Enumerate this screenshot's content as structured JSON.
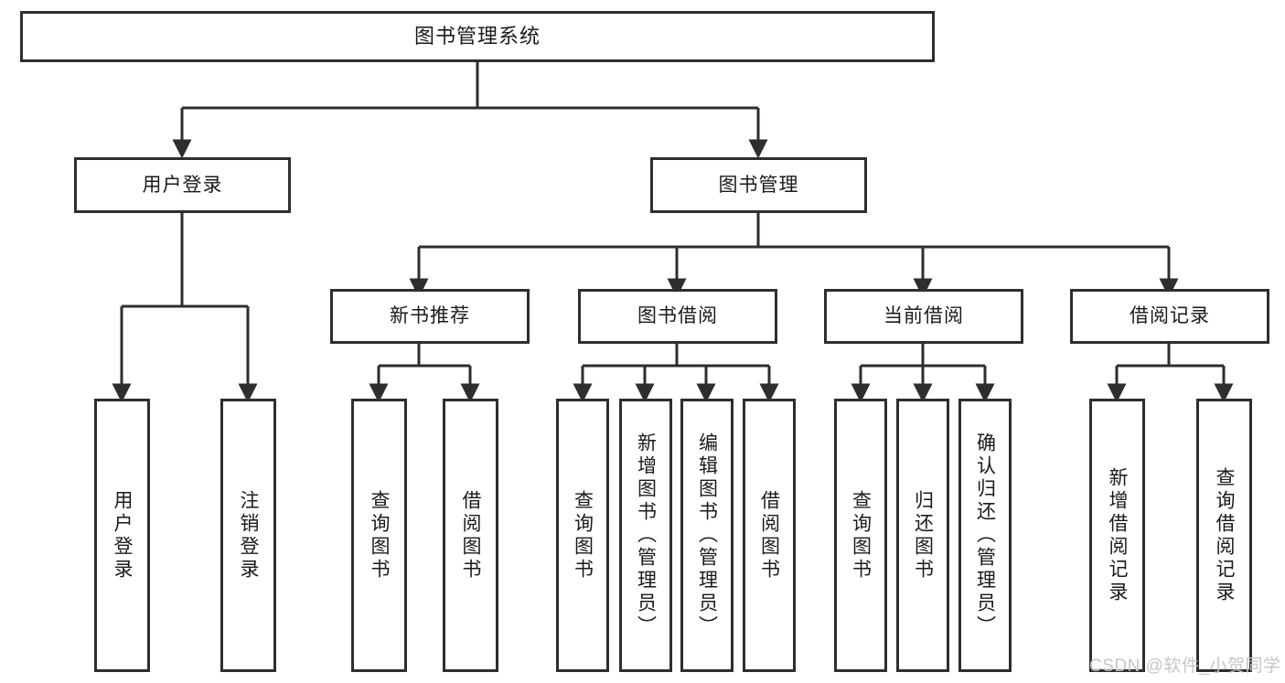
{
  "diagram": {
    "type": "tree",
    "title": "图书管理系统",
    "watermark": "CSDN @软件_小贺同学",
    "colors": {
      "stroke": "#2e2e2e",
      "fill": "#ffffff",
      "text": "#1a1a1a",
      "watermark": "#c6c6c6"
    },
    "nodes": {
      "root": {
        "label": "图书管理系统",
        "level": 1,
        "orientation": "horizontal"
      },
      "l2": [
        {
          "label": "用户登录",
          "orientation": "horizontal"
        },
        {
          "label": "图书管理",
          "orientation": "horizontal"
        }
      ],
      "l3": [
        {
          "label": "新书推荐",
          "orientation": "horizontal",
          "parent": "图书管理"
        },
        {
          "label": "图书借阅",
          "orientation": "horizontal",
          "parent": "图书管理"
        },
        {
          "label": "当前借阅",
          "orientation": "horizontal",
          "parent": "图书管理"
        },
        {
          "label": "借阅记录",
          "orientation": "horizontal",
          "parent": "图书管理"
        }
      ],
      "leaves": [
        {
          "label": "用户登录",
          "orientation": "vertical",
          "parent": "用户登录"
        },
        {
          "label": "注销登录",
          "orientation": "vertical",
          "parent": "用户登录"
        },
        {
          "label": "查询图书",
          "orientation": "vertical",
          "parent": "新书推荐"
        },
        {
          "label": "借阅图书",
          "orientation": "vertical",
          "parent": "新书推荐"
        },
        {
          "label": "查询图书",
          "orientation": "vertical",
          "parent": "图书借阅"
        },
        {
          "label": "新增图书（管理员）",
          "orientation": "vertical",
          "parent": "图书借阅"
        },
        {
          "label": "编辑图书（管理员）",
          "orientation": "vertical",
          "parent": "图书借阅"
        },
        {
          "label": "借阅图书",
          "orientation": "vertical",
          "parent": "图书借阅"
        },
        {
          "label": "查询图书",
          "orientation": "vertical",
          "parent": "当前借阅"
        },
        {
          "label": "归还图书",
          "orientation": "vertical",
          "parent": "当前借阅"
        },
        {
          "label": "确认归还（管理员）",
          "orientation": "vertical",
          "parent": "当前借阅"
        },
        {
          "label": "新增借阅记录",
          "orientation": "vertical",
          "parent": "借阅记录"
        },
        {
          "label": "查询借阅记录",
          "orientation": "vertical",
          "parent": "借阅记录"
        }
      ]
    }
  }
}
